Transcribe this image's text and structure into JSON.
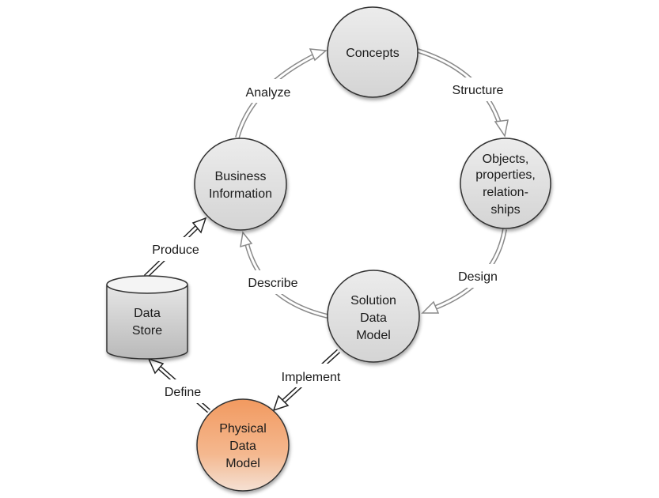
{
  "diagram": {
    "nodes": {
      "concepts": {
        "lines": [
          "Concepts"
        ],
        "shape": "circle",
        "fill": "gray"
      },
      "objects": {
        "lines": [
          "Objects,",
          "properties,",
          "relation-",
          "ships"
        ],
        "shape": "circle",
        "fill": "gray"
      },
      "solution": {
        "lines": [
          "Solution",
          "Data",
          "Model"
        ],
        "shape": "circle",
        "fill": "gray"
      },
      "business": {
        "lines": [
          "Business",
          "Information"
        ],
        "shape": "circle",
        "fill": "gray"
      },
      "datastore": {
        "lines": [
          "Data",
          "Store"
        ],
        "shape": "cylinder",
        "fill": "gray"
      },
      "physical": {
        "lines": [
          "Physical",
          "Data",
          "Model"
        ],
        "shape": "circle",
        "fill": "orange"
      }
    },
    "edges": [
      {
        "from": "business",
        "to": "concepts",
        "label": "Analyze",
        "style": "open"
      },
      {
        "from": "concepts",
        "to": "objects",
        "label": "Structure",
        "style": "open"
      },
      {
        "from": "objects",
        "to": "solution",
        "label": "Design",
        "style": "open"
      },
      {
        "from": "solution",
        "to": "business",
        "label": "Describe",
        "style": "open"
      },
      {
        "from": "solution",
        "to": "physical",
        "label": "Implement",
        "style": "dark"
      },
      {
        "from": "physical",
        "to": "datastore",
        "label": "Define",
        "style": "dark"
      },
      {
        "from": "datastore",
        "to": "business",
        "label": "Produce",
        "style": "dark"
      }
    ],
    "colors": {
      "gray_top": "#f0f0f0",
      "gray_bottom": "#cfcfcf",
      "orange_top": "#f2a06a",
      "orange_bottom": "#f6dccb",
      "stroke": "#333333"
    }
  }
}
